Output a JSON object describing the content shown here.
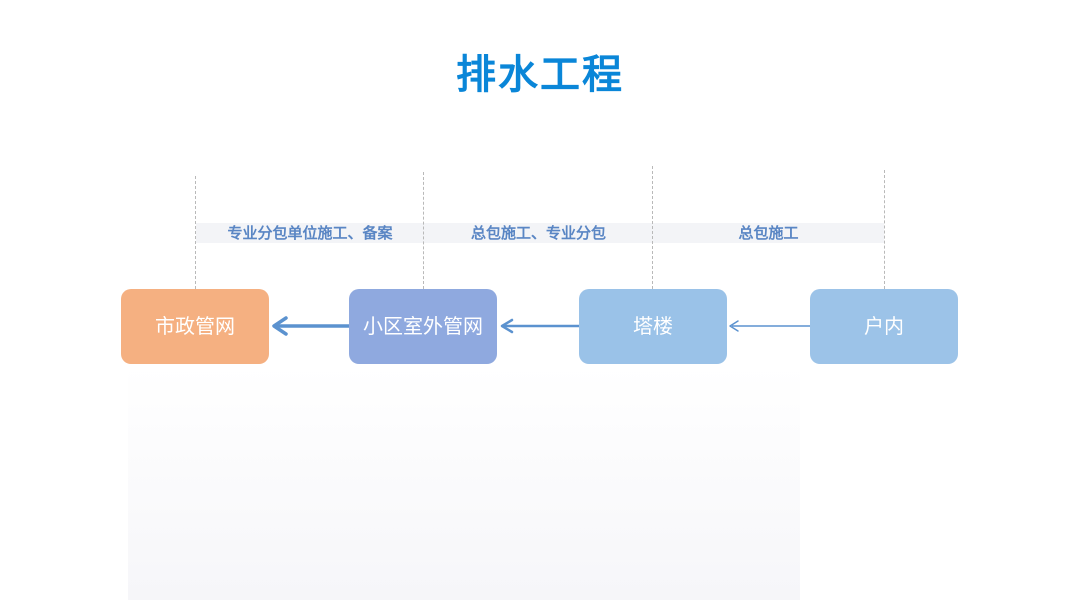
{
  "title": "排水工程",
  "stages": [
    {
      "label": "专业分包单位施工、备案"
    },
    {
      "label": "总包施工、专业分包"
    },
    {
      "label": "总包施工"
    }
  ],
  "nodes": [
    {
      "label": "市政管网",
      "color": "#f5b081"
    },
    {
      "label": "小区室外管网",
      "color": "#8fa9df"
    },
    {
      "label": "塔楼",
      "color": "#9ac2e8"
    },
    {
      "label": "户内",
      "color": "#9cc3e8"
    }
  ],
  "colors": {
    "title": "#0a86d8",
    "stage_label": "#5a86c4",
    "arrow": "#5b92cf"
  }
}
